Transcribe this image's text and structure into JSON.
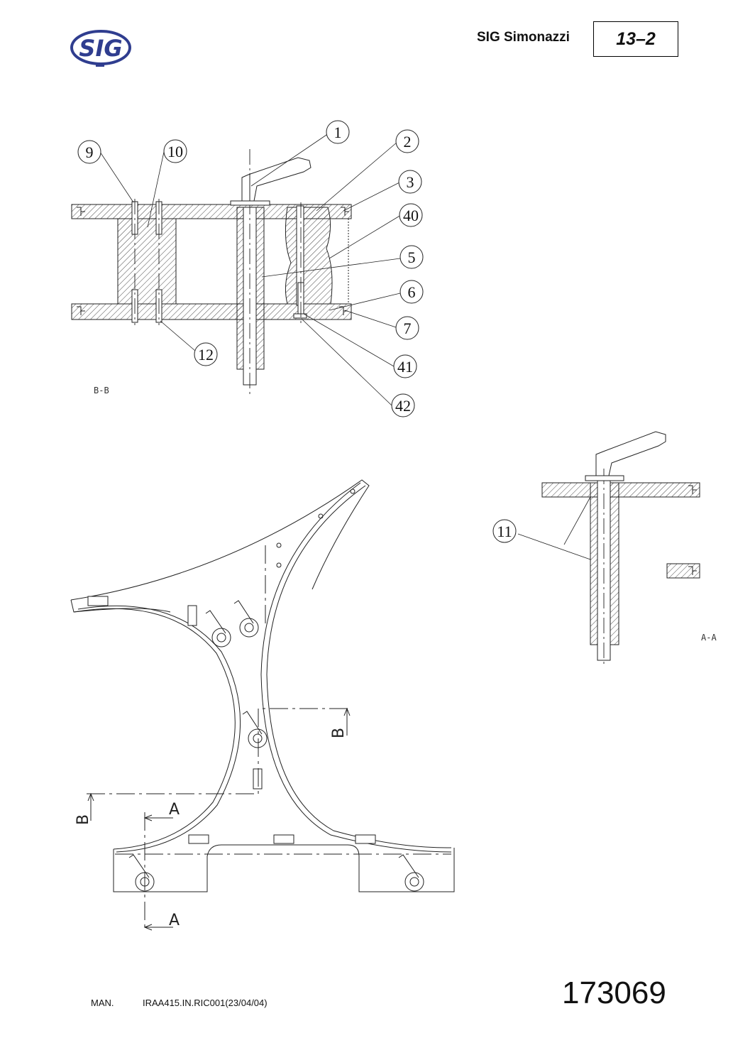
{
  "header": {
    "logo_text": "SIG",
    "company": "SIG Simonazzi",
    "page_number": "13–2"
  },
  "drawing": {
    "callouts": [
      {
        "id": "c1",
        "label": "1"
      },
      {
        "id": "c2",
        "label": "2"
      },
      {
        "id": "c3",
        "label": "3"
      },
      {
        "id": "c40",
        "label": "40"
      },
      {
        "id": "c5",
        "label": "5"
      },
      {
        "id": "c6",
        "label": "6"
      },
      {
        "id": "c7",
        "label": "7"
      },
      {
        "id": "c41",
        "label": "41"
      },
      {
        "id": "c42",
        "label": "42"
      },
      {
        "id": "c9",
        "label": "9"
      },
      {
        "id": "c10",
        "label": "10"
      },
      {
        "id": "c12",
        "label": "12"
      },
      {
        "id": "c11",
        "label": "11"
      }
    ],
    "view_labels": {
      "bb": "B-B",
      "aa": "A-A"
    },
    "section_markers": {
      "a": "A",
      "b": "B"
    }
  },
  "footer": {
    "man": "MAN.",
    "doc_ref": "IRAA415.IN.RIC001(23/04/04)",
    "drawing_number": "173069"
  }
}
